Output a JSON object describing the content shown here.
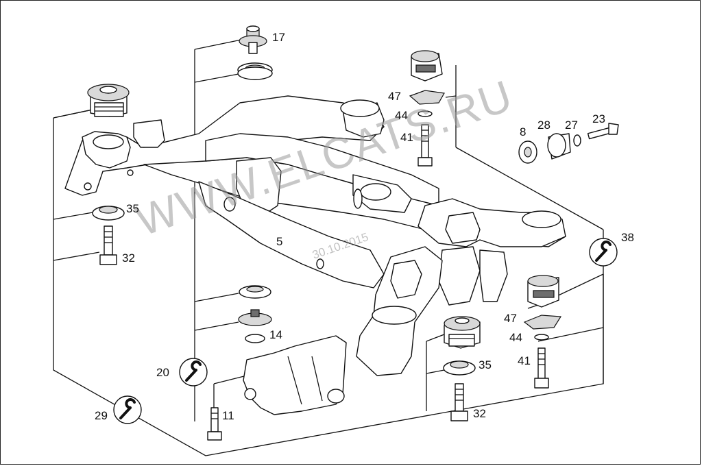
{
  "watermark": {
    "text": "WWW.ELCATS.RU",
    "date": "30.10.2015"
  },
  "labels": {
    "l17": "17",
    "l47a": "47",
    "l44a": "44",
    "l41a": "41",
    "l8": "8",
    "l28": "28",
    "l27": "27",
    "l23": "23",
    "l35a": "35",
    "l32a": "32",
    "l5": "5",
    "l38": "38",
    "l14": "14",
    "l47b": "47",
    "l44b": "44",
    "l41b": "41",
    "l20": "20",
    "l35b": "35",
    "l29": "29",
    "l11": "11",
    "l32b": "32"
  },
  "icons": {
    "wrench": "wrench-icon"
  }
}
